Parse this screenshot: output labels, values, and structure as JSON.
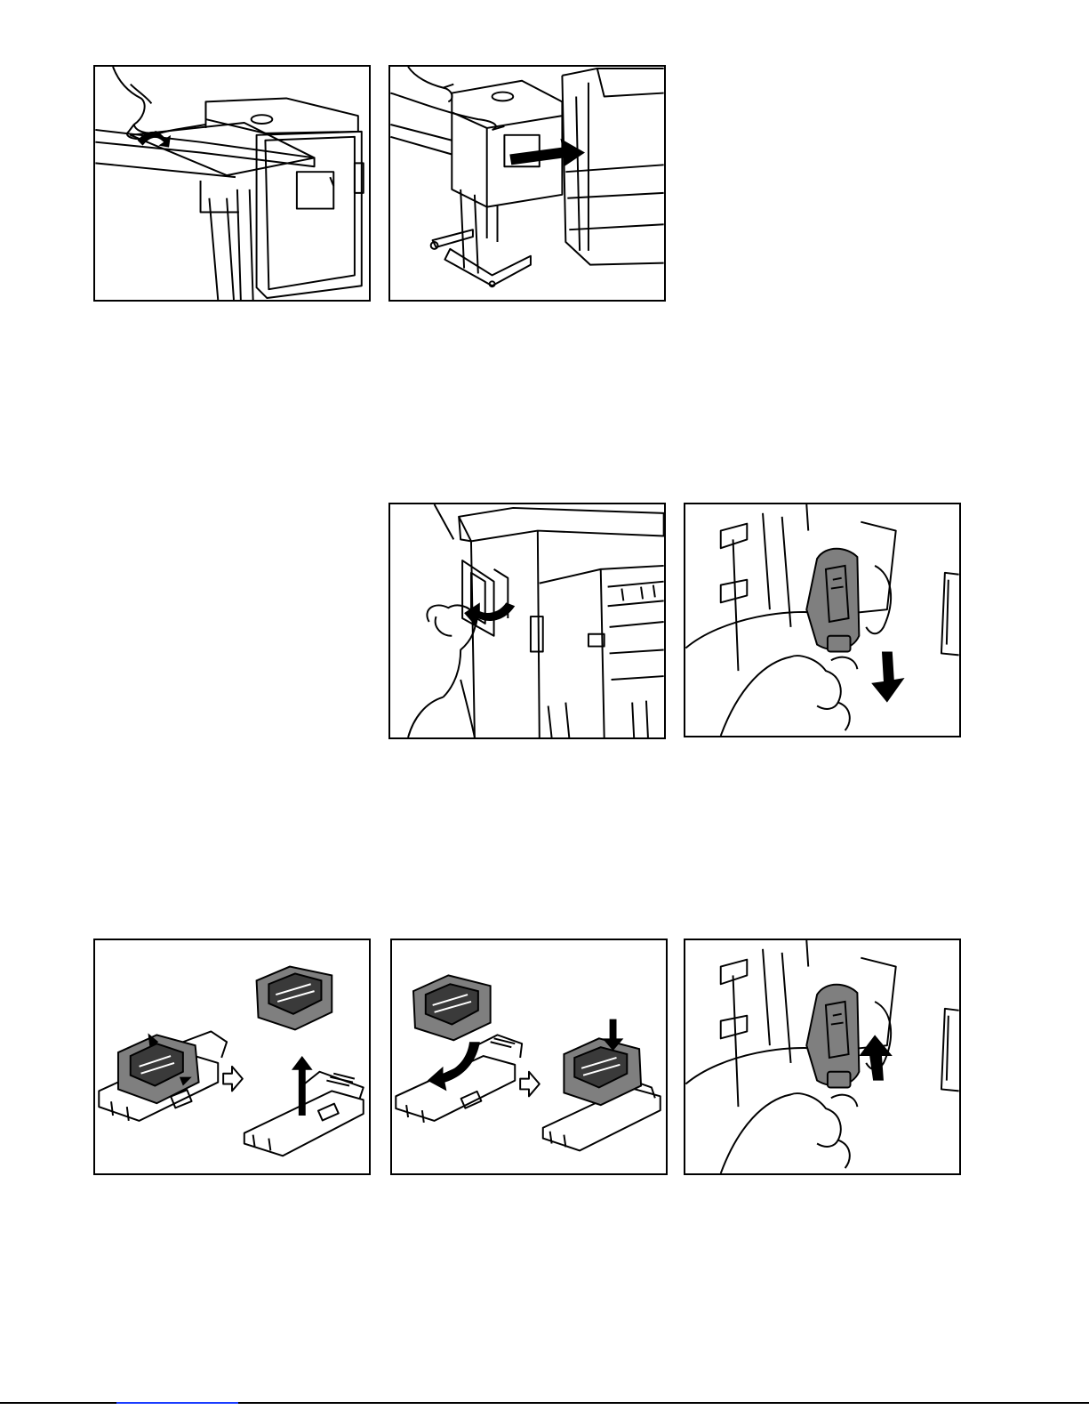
{
  "document": {
    "type": "manual-page",
    "figures": [
      {
        "id": "fig-1",
        "depicts": "hand-lifting-output-tray-icon",
        "arrow": "curved-up"
      },
      {
        "id": "fig-2",
        "depicts": "sliding-finisher-away-from-copier-icon",
        "arrow": "right"
      },
      {
        "id": "fig-3",
        "depicts": "opening-stapler-cover-icon",
        "arrow": "curved-left"
      },
      {
        "id": "fig-4",
        "depicts": "pulling-out-staple-cartridge-holder-icon",
        "arrow": "down"
      },
      {
        "id": "fig-5",
        "depicts": "removing-empty-staple-case-icon",
        "arrow": "up"
      },
      {
        "id": "fig-6",
        "depicts": "inserting-new-staple-case-icon",
        "arrow": "down"
      },
      {
        "id": "fig-7",
        "depicts": "reinserting-staple-cartridge-holder-icon",
        "arrow": "up"
      }
    ],
    "colors": {
      "line": "#000000",
      "paper": "#ffffff",
      "cartridge": "#7f7f7f",
      "footer_link": "#1a3cff"
    }
  }
}
